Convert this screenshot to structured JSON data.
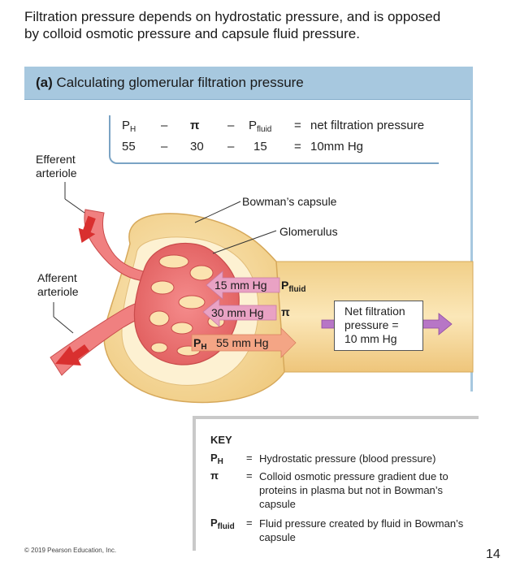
{
  "intro_text": "Filtration pressure depends on hydrostatic pressure, and is opposed by colloid osmotic pressure and capsule fluid pressure.",
  "panel": {
    "label_prefix": "(a)",
    "label_title": "Calculating glomerular filtration pressure"
  },
  "equation": {
    "sym_ph": "P",
    "sym_ph_sub": "H",
    "minus": "–",
    "sym_pi": "π",
    "sym_pfluid": "P",
    "sym_pfluid_sub": "fluid",
    "equals": "=",
    "result_label": "net filtration pressure",
    "val_ph": "55",
    "val_pi": "30",
    "val_pfluid": "15",
    "val_result": "10mm Hg"
  },
  "labels": {
    "efferent_1": "Efferent",
    "efferent_2": "arteriole",
    "afferent_1": "Afferent",
    "afferent_2": "arteriole",
    "bowmans": "Bowman’s capsule",
    "glomerulus": "Glomerulus"
  },
  "arrows": {
    "pfluid_value": "15 mm Hg",
    "pfluid_sym": "P",
    "pfluid_sub": "fluid",
    "pi_value": "30 mm Hg",
    "pi_sym": "π",
    "ph_sym": "P",
    "ph_sub": "H",
    "ph_value": "55 mm Hg"
  },
  "net_box": {
    "line1": "Net filtration",
    "line2": "pressure =",
    "line3": "10 mm Hg"
  },
  "key": {
    "title": "KEY",
    "ph_sym": "P",
    "ph_sub": "H",
    "ph_desc": "Hydrostatic pressure (blood pressure)",
    "pi_sym": "π",
    "pi_desc": "Colloid osmotic pressure gradient due to proteins in plasma but not in Bowman’s capsule",
    "pfluid_sym": "P",
    "pfluid_sub": "fluid",
    "pfluid_desc": "Fluid pressure created by fluid in Bowman’s capsule",
    "equals": "="
  },
  "footer": {
    "copyright": "© 2019 Pearson Education, Inc.",
    "page_number": "14"
  },
  "colors": {
    "panel_header": "#a7c8df",
    "capsule_fill": "#f7dfa3",
    "vessel_fill": "#f08080",
    "arrow_pink": "#e9a2c4",
    "arrow_salmon": "#f4a585",
    "net_arrow": "#b776c6"
  }
}
